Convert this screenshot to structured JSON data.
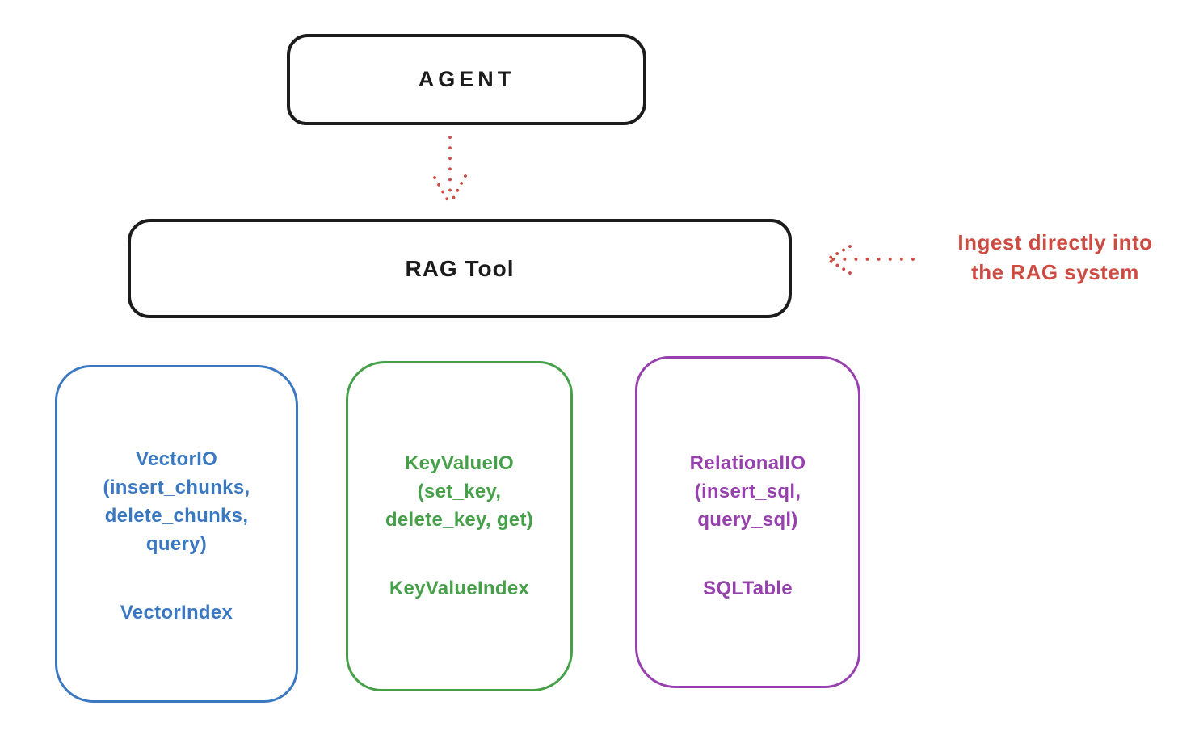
{
  "palette": {
    "ink": "#1c1c1c",
    "red": "#cc4b42",
    "blue": "#3b78c2",
    "green": "#46a049",
    "purple": "#9641ad",
    "background": "#ffffff"
  },
  "agent_box": {
    "label": "AGENT"
  },
  "rag_tool_box": {
    "label": "RAG Tool"
  },
  "ingest_annotation": {
    "line1": "Ingest directly into",
    "line2": "the RAG system",
    "color": "#cc4b42"
  },
  "arrows": [
    {
      "name": "agent-to-rag-arrow",
      "style": "dotted",
      "color": "#cc4b42",
      "direction": "down"
    },
    {
      "name": "ingest-arrow",
      "style": "dotted",
      "color": "#cc4b42",
      "direction": "left"
    }
  ],
  "storage_nodes": [
    {
      "color": "#3b78c2",
      "lines": [
        "VectorIO",
        "(insert_chunks,",
        "delete_chunks,",
        "query)"
      ],
      "footer": "VectorIndex"
    },
    {
      "color": "#46a049",
      "lines": [
        "KeyValueIO",
        "(set_key,",
        "delete_key, get)"
      ],
      "footer": "KeyValueIndex"
    },
    {
      "color": "#9641ad",
      "lines": [
        "RelationalIO",
        "(insert_sql,",
        "query_sql)"
      ],
      "footer": "SQLTable"
    }
  ]
}
